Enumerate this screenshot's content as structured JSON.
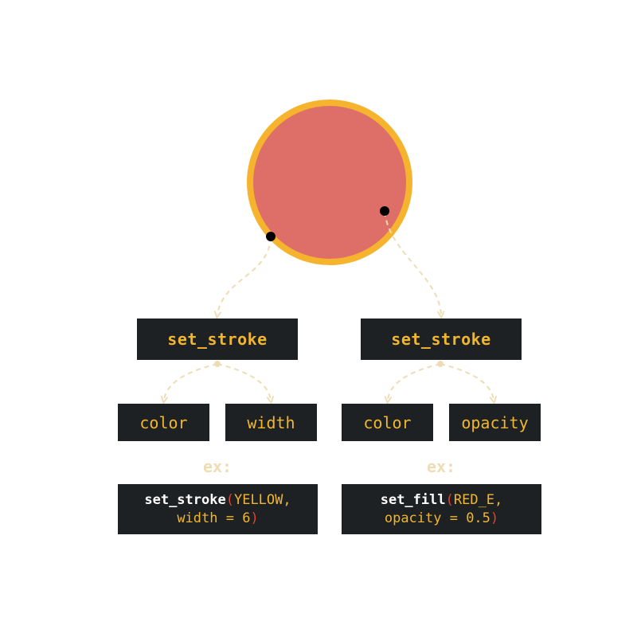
{
  "colors": {
    "fill": "#dd6e68",
    "stroke": "#f6b42e",
    "box_bg": "#1e2124",
    "text": "#f2b62e",
    "arrow": "#eedcb5",
    "paren": "#e0432f",
    "fn_text": "#ffffff"
  },
  "left": {
    "method": "set_stroke",
    "params": [
      "color",
      "width"
    ],
    "ex_label": "ex:",
    "code": {
      "fn": "set_stroke",
      "open": "(",
      "arg1": "YELLOW,",
      "arg2": "width = 6",
      "close": ")"
    }
  },
  "right": {
    "method": "set_stroke",
    "params": [
      "color",
      "opacity"
    ],
    "ex_label": "ex:",
    "code": {
      "fn": "set_fill",
      "open": "(",
      "arg1": "RED_E,",
      "arg2": "opacity = 0.5",
      "close": ")"
    }
  }
}
